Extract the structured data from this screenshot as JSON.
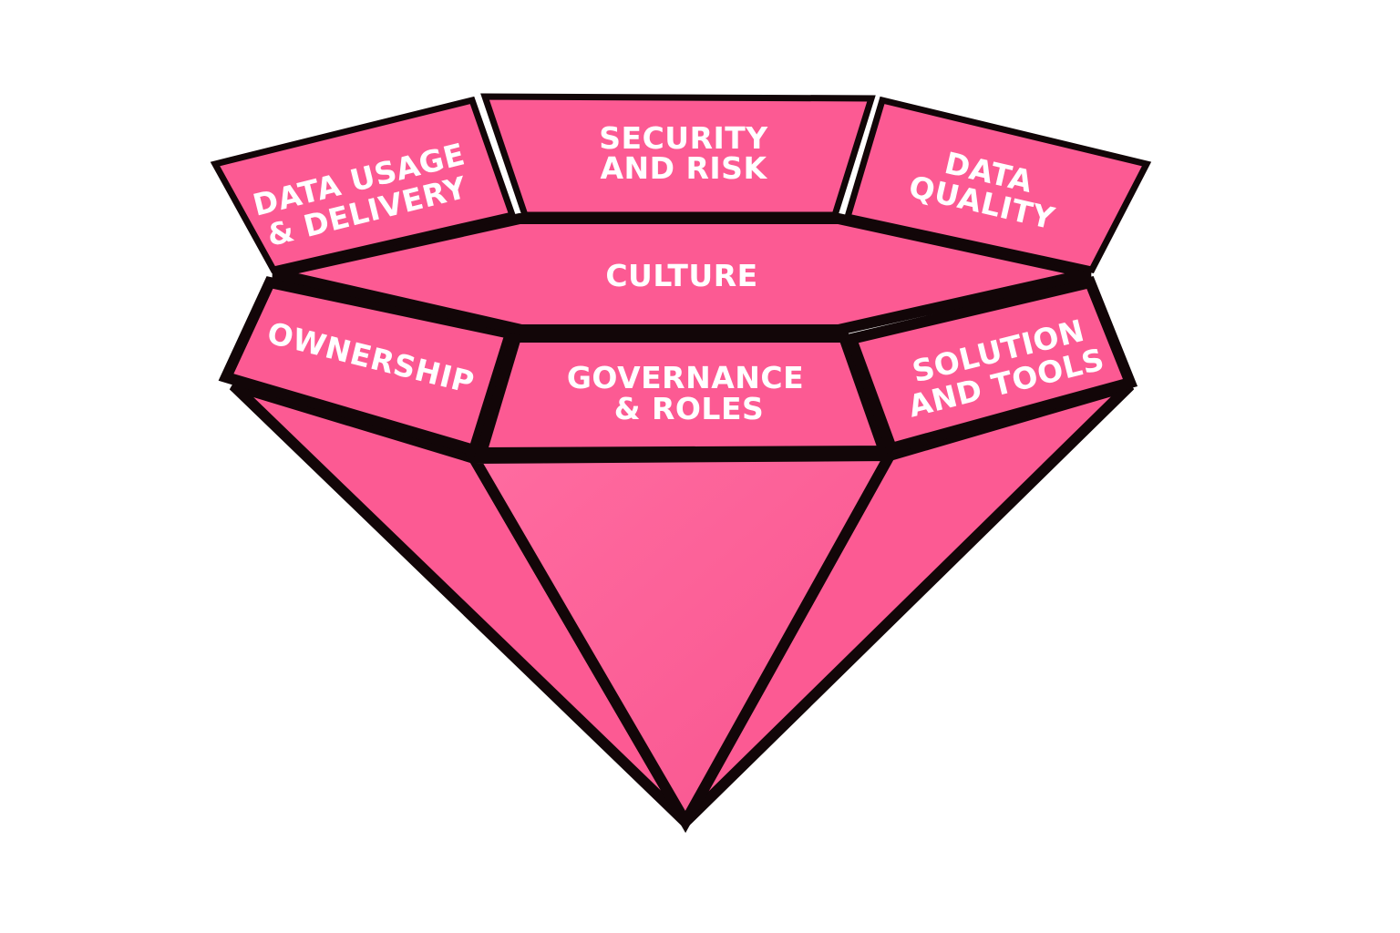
{
  "colors": {
    "facet_pink": "#fc5a93",
    "facet_pink_light": "#ff6b9f",
    "outline": "#120608",
    "label_text": "#ffffff"
  },
  "facets": {
    "data_usage": {
      "line1": "DATA USAGE",
      "line2": "& DELIVERY"
    },
    "security": {
      "line1": "SECURITY",
      "line2": "AND RISK"
    },
    "data_quality": {
      "line1": "DATA",
      "line2": "QUALITY"
    },
    "culture": {
      "line1": "CULTURE"
    },
    "ownership": {
      "line1": "OWNERSHIP"
    },
    "governance": {
      "line1": "GOVERNANCE",
      "line2": "& ROLES"
    },
    "solution": {
      "line1": "SOLUTION",
      "line2": "AND TOOLS"
    }
  }
}
